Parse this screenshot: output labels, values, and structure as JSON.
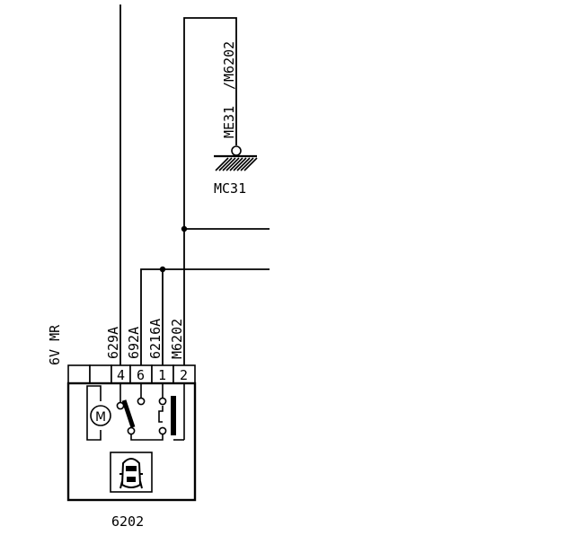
{
  "wire_labels": {
    "w629a": "629A",
    "w692a": "692A",
    "w6216a": "6216A",
    "wm6202": "M6202",
    "me31": "ME31",
    "m6202_top": "/M6202"
  },
  "connector": {
    "name": "6V MR",
    "pins": [
      "",
      "",
      "4",
      "6",
      "1",
      "2"
    ]
  },
  "ground": {
    "label": "MC31"
  },
  "component": {
    "id": "6202"
  },
  "icons": {
    "motor": "motor-icon",
    "vehicle": "vehicle-top-view-icon",
    "ground": "ground-icon"
  }
}
